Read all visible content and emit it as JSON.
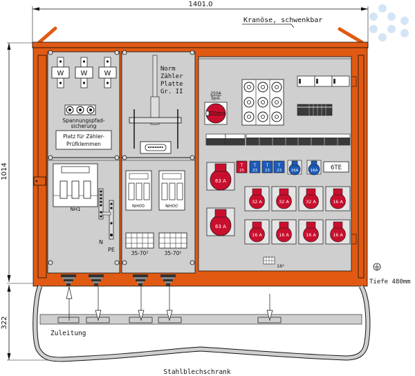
{
  "colors": {
    "frame": "#e05a14",
    "panel": "#cfcfcf",
    "outline": "#1a1a1a",
    "cee_red": "#c8102e",
    "cee_blue": "#1e5bb8",
    "fuse_red": "#c8102e",
    "fuse_blue": "#1e5bb8",
    "watermark": "#cfe3f4"
  },
  "dimensions": {
    "width_label": "1401.0",
    "height_label": "1014",
    "base_height_label": "322",
    "depth_label": "Tiefe 480mm"
  },
  "annotations": {
    "crane_eye": "Kranöse, schwenkbar",
    "supply": "Zuleitung",
    "cabinet_type": "Stahlblechschrank"
  },
  "left_panel": {
    "ct_labels": [
      "W",
      "W",
      "W"
    ],
    "voltage_fuse_label_1": "Spannungspfad-",
    "voltage_fuse_label_2": "sicherung",
    "test_terminal_label_1": "Platz für Zähler-",
    "test_terminal_label_2": "Prüfklemmen",
    "main_fuse_label": "NH1",
    "neutral_label": "N",
    "pe_label": "PE"
  },
  "middle_panel": {
    "meter_plate_lines": [
      "Norm",
      "Zähler",
      "Platte",
      "Gr. II"
    ],
    "fuse_labels": [
      "NH00",
      "NH00"
    ],
    "terminal_labels": [
      "35-70²",
      "35-70²"
    ]
  },
  "right_panel": {
    "main_switch_rating_1": "250A",
    "main_switch_rating_2": "3pol.",
    "fuses": [
      {
        "letter": "T",
        "value": "25",
        "color": "red"
      },
      {
        "letter": "T",
        "value": "23",
        "color": "blue"
      },
      {
        "letter": "T",
        "value": "23",
        "color": "blue"
      },
      {
        "letter": "T",
        "value": "23",
        "color": "blue"
      }
    ],
    "schuko_sockets": [
      "16A",
      "16A"
    ],
    "spare_label": "6TE",
    "large_sockets": [
      "63 A",
      "63 A"
    ],
    "socket_row_1": [
      "32 A",
      "32 A",
      "32 A",
      "16 A"
    ],
    "socket_row_2": [
      "16 A",
      "16 A",
      "16 A",
      "16 A"
    ],
    "terminal_label": "16²"
  }
}
